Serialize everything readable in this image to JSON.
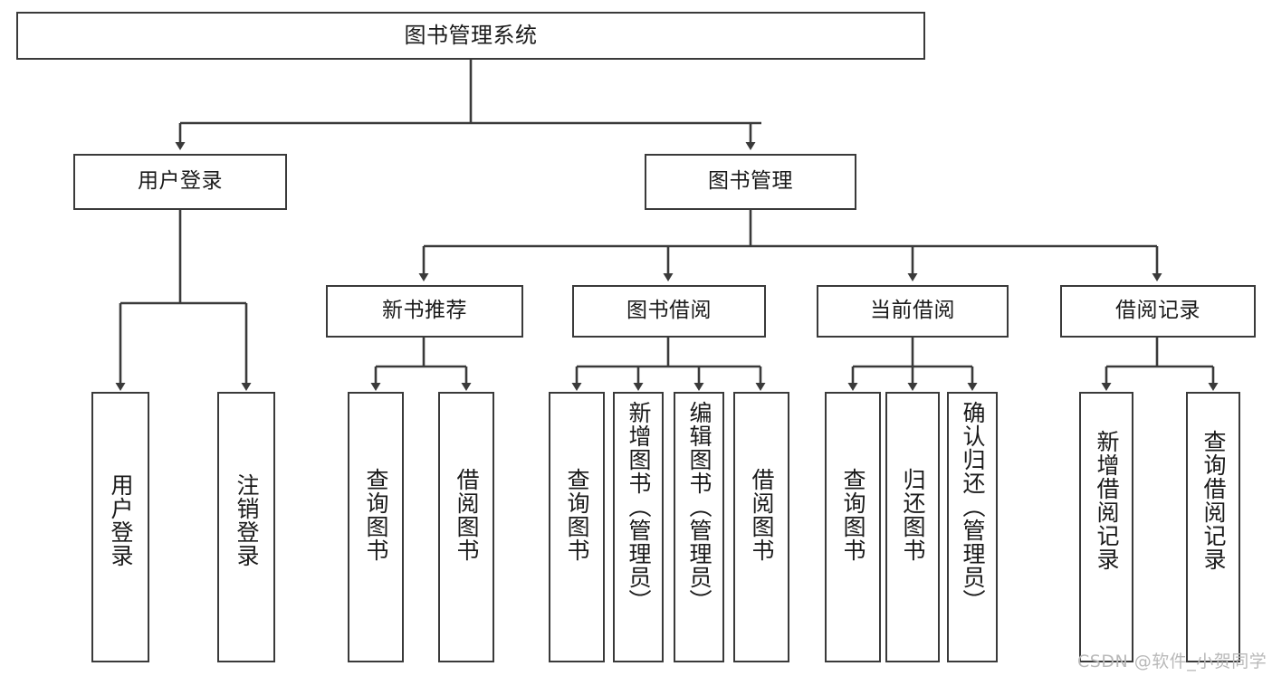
{
  "diagram": {
    "title": "图书管理系统",
    "type": "tree-hierarchy",
    "root": {
      "label": "图书管理系统"
    },
    "level2": [
      {
        "label": "用户登录"
      },
      {
        "label": "图书管理"
      }
    ],
    "level3": [
      {
        "label": "新书推荐"
      },
      {
        "label": "图书借阅"
      },
      {
        "label": "当前借阅"
      },
      {
        "label": "借阅记录"
      }
    ],
    "leaves_user_login": [
      {
        "label": "用户登录"
      },
      {
        "label": "注销登录"
      }
    ],
    "leaves_new_book": [
      {
        "label": "查询图书"
      },
      {
        "label": "借阅图书"
      }
    ],
    "leaves_borrow": [
      {
        "label": "查询图书"
      },
      {
        "label": "新增图书（管理员）"
      },
      {
        "label": "编辑图书（管理员）"
      },
      {
        "label": "借阅图书"
      }
    ],
    "leaves_current": [
      {
        "label": "查询图书"
      },
      {
        "label": "归还图书"
      },
      {
        "label": "确认归还（管理员）"
      }
    ],
    "leaves_record": [
      {
        "label": "新增借阅记录"
      },
      {
        "label": "查询借阅记录"
      }
    ]
  },
  "watermark": {
    "text": "CSDN @软件_小贺同学"
  },
  "colors": {
    "stroke": "#3a3a3a",
    "fill": "#ffffff",
    "text": "#1a1a1a",
    "watermark": "#b9b9b9"
  }
}
